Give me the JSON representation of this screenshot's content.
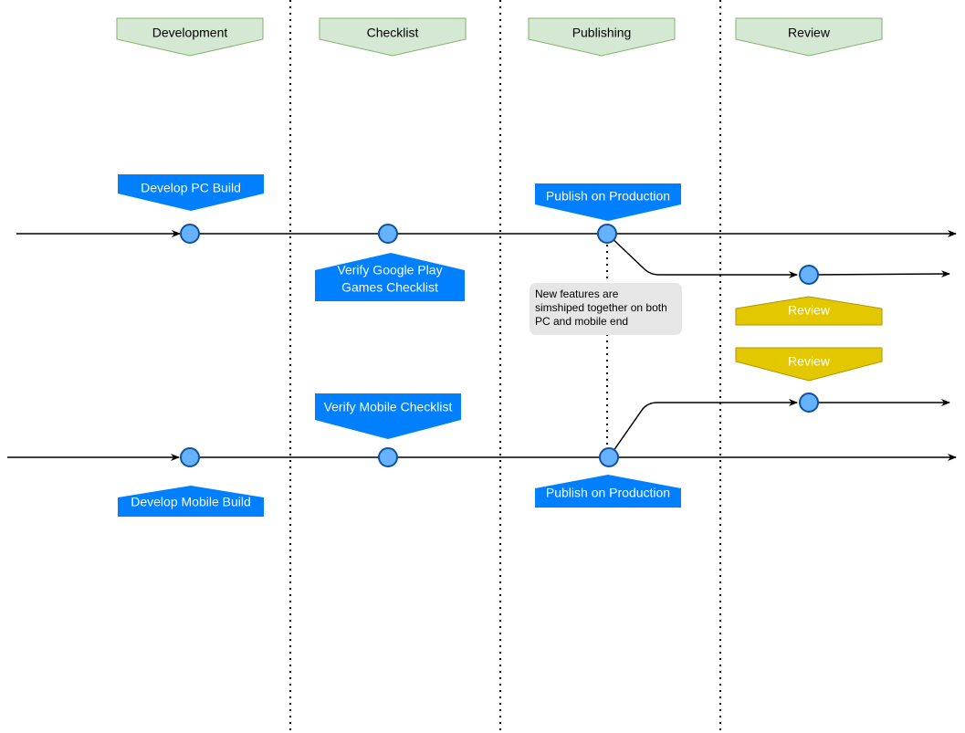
{
  "colors": {
    "phase_fill": "#d5e8d4",
    "phase_stroke": "#82b366",
    "step_fill": "#007fff",
    "step_text": "#ffffff",
    "review_fill": "#e3c800",
    "review_stroke": "#b09500",
    "node_fill": "#66b2ff",
    "node_stroke": "#10539c",
    "note_fill": "#e6e6e6",
    "line": "#000000"
  },
  "phases": [
    "Development",
    "Checklist",
    "Publishing",
    "Review"
  ],
  "pc_track": {
    "develop_label": "Develop PC Build",
    "verify_label_lines": [
      "Verify Google Play",
      "Games Checklist"
    ],
    "publish_label": "Publish on Production",
    "review_label": "Review"
  },
  "mobile_track": {
    "develop_label": "Develop Mobile Build",
    "verify_label": "Verify Mobile Checklist",
    "publish_label": "Publish on Production",
    "review_label": "Review"
  },
  "note": {
    "lines": [
      "New features are",
      "simshiped together on both",
      "PC and mobile end"
    ]
  }
}
